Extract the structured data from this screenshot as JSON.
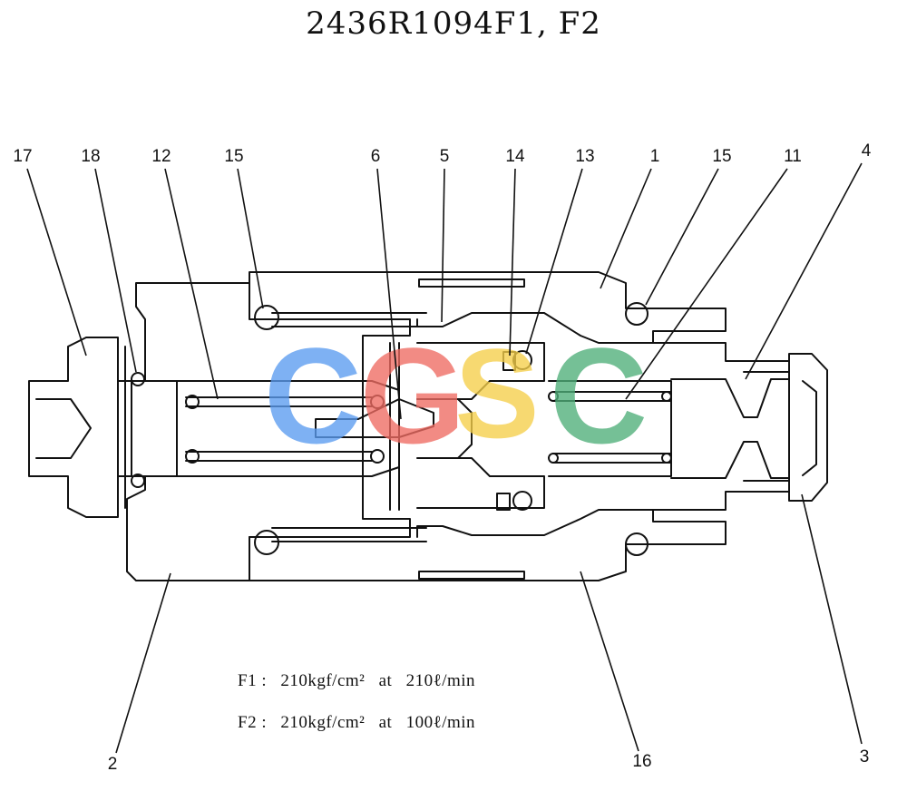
{
  "title": "2436R1094F1, F2",
  "callouts": [
    "17",
    "18",
    "12",
    "15",
    "6",
    "5",
    "14",
    "13",
    "1",
    "15",
    "11",
    "4",
    "2",
    "16",
    "3"
  ],
  "watermark": {
    "letters": [
      "C",
      "G",
      "S",
      "C"
    ],
    "colors": [
      "#5b9cf0",
      "#ef6b62",
      "#f5cf4a",
      "#4faf79"
    ]
  },
  "specs": [
    {
      "label": "F1 :",
      "pressure": "210kgf/cm²",
      "at": "at",
      "flow": "210ℓ/min"
    },
    {
      "label": "F2 :",
      "pressure": "210kgf/cm²",
      "at": "at",
      "flow": "100ℓ/min"
    }
  ],
  "colors": {
    "line": "#111111",
    "background": "#ffffff"
  }
}
